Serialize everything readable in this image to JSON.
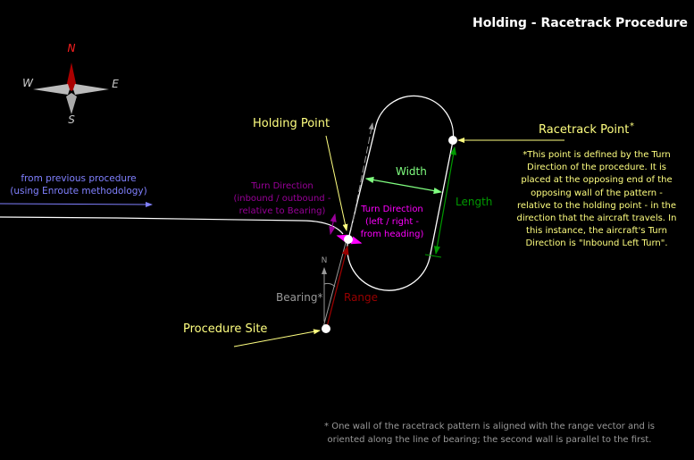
{
  "title": "Holding - Racetrack Procedure",
  "compass": {
    "n": "N",
    "s": "S",
    "e": "E",
    "w": "W"
  },
  "labels": {
    "holding_point": "Holding Point",
    "racetrack_point": "Racetrack Point",
    "racetrack_star": "*",
    "procedure_site": "Procedure Site",
    "width": "Width",
    "length": "Length",
    "range": "Range",
    "bearing": "Bearing*",
    "north": "N",
    "previous": [
      "from previous procedure",
      "(using Enroute methodology)"
    ],
    "turn_dir_inbound": [
      "Turn Direction",
      "(inbound / outbound -",
      "relative to Bearing)"
    ],
    "turn_dir_lr": [
      "Turn Direction",
      "(left / right -",
      "from heading)"
    ]
  },
  "racetrack_note": [
    "*This point is defined by the Turn",
    "Direction of the procedure. It is",
    "placed at the opposing end of the",
    "opposing wall of the pattern -",
    "relative to the holding point - in the",
    "direction that the aircraft travels. In",
    "this instance, the aircraft's Turn",
    "Direction is \"Inbound Left Turn\"."
  ],
  "footnote": [
    "* One wall of the racetrack pattern is aligned with the range vector and is",
    "oriented along the line of bearing; the second wall is parallel to the first."
  ],
  "colors": {
    "yellow": "#ffff80",
    "blue": "#8080ff",
    "magenta": "#ff00ff",
    "purple": "#990099",
    "lightgreen": "#80ff80",
    "darkgreen": "#009900",
    "red": "#990000",
    "gray": "#999999"
  }
}
